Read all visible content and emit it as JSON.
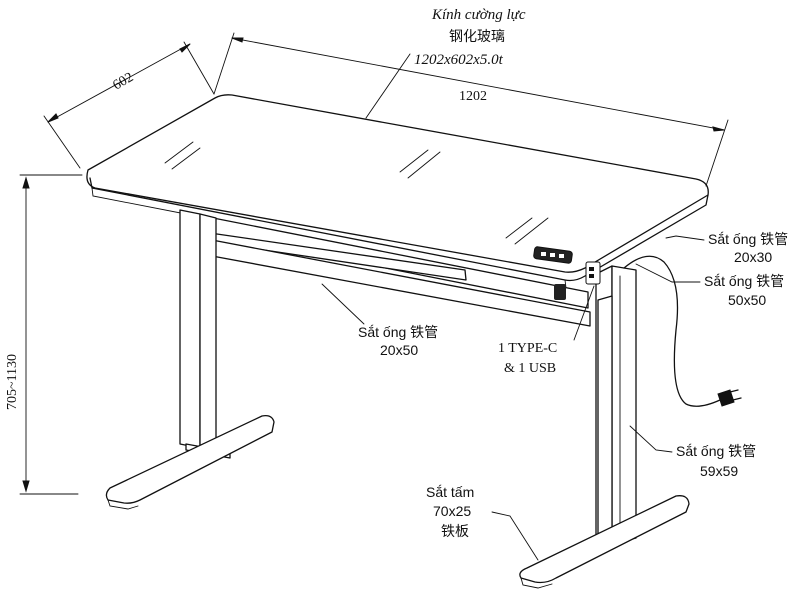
{
  "diagram": {
    "glass_label_vi": "Kính cường lực",
    "glass_label_zh": "钢化玻璃",
    "glass_size": "1202x602x5.0t",
    "width_dim": "1202",
    "depth_dim": "602",
    "height_dim": "705~1130",
    "tube_2030_label": "Sắt ống 铁管",
    "tube_2030_size": "20x30",
    "tube_5050_label": "Sắt ống 铁管",
    "tube_5050_size": "50x50",
    "tube_2050_label": "Sắt ống 铁管",
    "tube_2050_size": "20x50",
    "ports_line1": "1 TYPE-C",
    "ports_line2": "& 1 USB",
    "tube_5959_label": "Sắt ống 铁管",
    "tube_5959_size": "59x59",
    "plate_label_vi": "Sắt tấm",
    "plate_size": "70x25",
    "plate_label_zh": "铁板"
  }
}
